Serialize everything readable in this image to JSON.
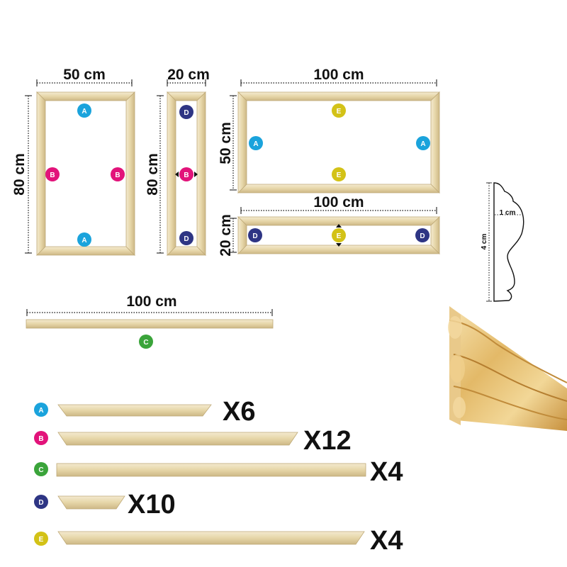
{
  "dimensions": {
    "f1_width": "50 cm",
    "f1_height": "80 cm",
    "f2_width": "20 cm",
    "f2_height": "80 cm",
    "f3_width": "100 cm",
    "f3_height": "50 cm",
    "f4_width": "100 cm",
    "f4_height": "20 cm",
    "stick_length": "100 cm"
  },
  "profile": {
    "height": "4 cm",
    "depth": "1 cm"
  },
  "pieces": {
    "A": {
      "label": "A",
      "color": "#1aa3dc",
      "qty": "X6"
    },
    "B": {
      "label": "B",
      "color": "#e2137a",
      "qty": "X12"
    },
    "C": {
      "label": "C",
      "color": "#3aa43a",
      "qty": "X4"
    },
    "D": {
      "label": "D",
      "color": "#2e3584",
      "qty": "X10"
    },
    "E": {
      "label": "E",
      "color": "#d3c217",
      "qty": "X4"
    }
  },
  "colors": {
    "wood_light": "#efe2bc",
    "wood_mid": "#dccb99",
    "wood_edge": "#bfa977",
    "badge_text": "#ffffff"
  }
}
